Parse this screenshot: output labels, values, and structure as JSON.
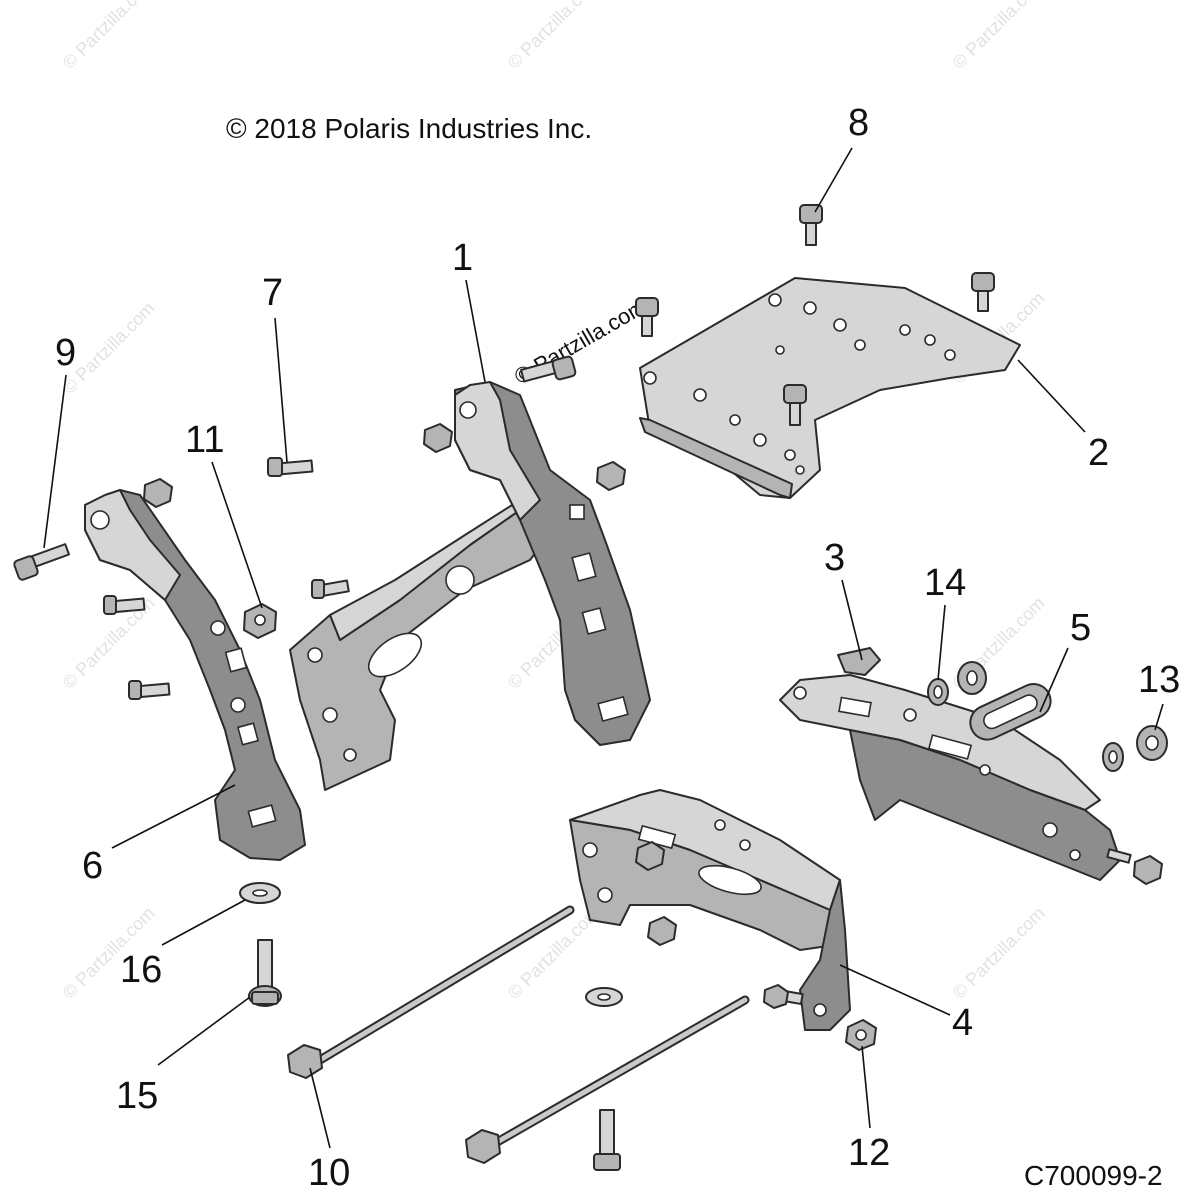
{
  "copyright": "© 2018 Polaris Industries Inc.",
  "diagram_code": "C700099-2",
  "watermark_text": "© Partzilla.com",
  "parts": [
    {
      "id": "1",
      "label": "1"
    },
    {
      "id": "2",
      "label": "2"
    },
    {
      "id": "3",
      "label": "3"
    },
    {
      "id": "4",
      "label": "4"
    },
    {
      "id": "5",
      "label": "5"
    },
    {
      "id": "6",
      "label": "6"
    },
    {
      "id": "7",
      "label": "7"
    },
    {
      "id": "8",
      "label": "8"
    },
    {
      "id": "9",
      "label": "9"
    },
    {
      "id": "10",
      "label": "10"
    },
    {
      "id": "11",
      "label": "11"
    },
    {
      "id": "12",
      "label": "12"
    },
    {
      "id": "13",
      "label": "13"
    },
    {
      "id": "14",
      "label": "14"
    },
    {
      "id": "15",
      "label": "15"
    },
    {
      "id": "16",
      "label": "16"
    }
  ]
}
